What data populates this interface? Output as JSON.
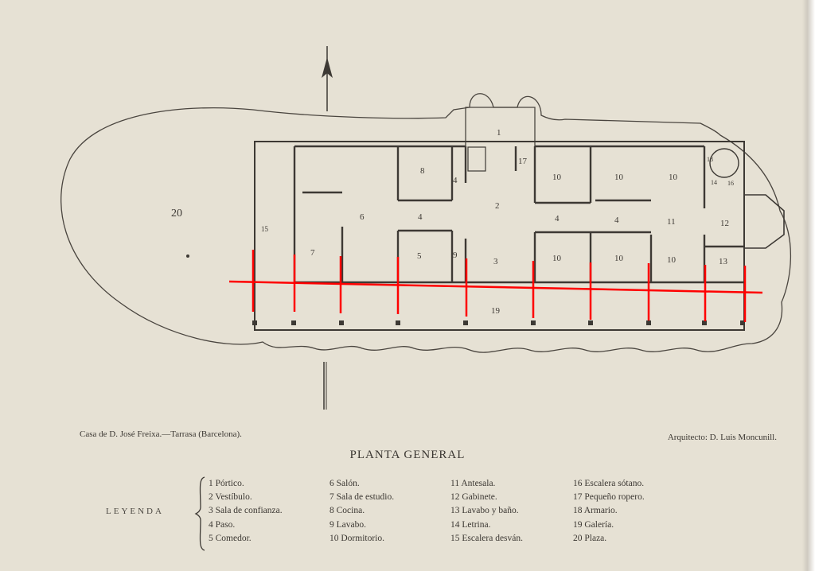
{
  "caption_left": "Casa de D. José Freixa.—Tarrasa (Barcelona).",
  "caption_right": "Arquitecto: D. Luis Moncunill.",
  "title": "PLANTA GENERAL",
  "legend_label": "LEYENDA",
  "legend": [
    [
      "1 Pórtico.",
      "2 Vestíbulo.",
      "3 Sala de confianza.",
      "4 Paso.",
      "5 Comedor."
    ],
    [
      "6 Salón.",
      "7 Sala de estudio.",
      "8 Cocina.",
      "9 Lavabo.",
      "10 Dormitorio."
    ],
    [
      "11 Antesala.",
      "12 Gabinete.",
      "13 Lavabo y baño.",
      "14 Letrina.",
      "15 Escalera desván."
    ],
    [
      "16 Escalera sótano.",
      "17 Pequeño ropero.",
      "18 Armario.",
      "19 Galería.",
      "20 Plaza."
    ]
  ],
  "room_labels": [
    "1",
    "2",
    "3",
    "4",
    "4",
    "4",
    "4",
    "5",
    "6",
    "7",
    "8",
    "9",
    "10",
    "10",
    "10",
    "10",
    "10",
    "10",
    "11",
    "12",
    "13",
    "14",
    "15",
    "16",
    "17",
    "18",
    "19",
    "20"
  ],
  "colors": {
    "paper": "#e6e1d4",
    "ink": "#3d3934",
    "annotation": "#ff0000"
  }
}
